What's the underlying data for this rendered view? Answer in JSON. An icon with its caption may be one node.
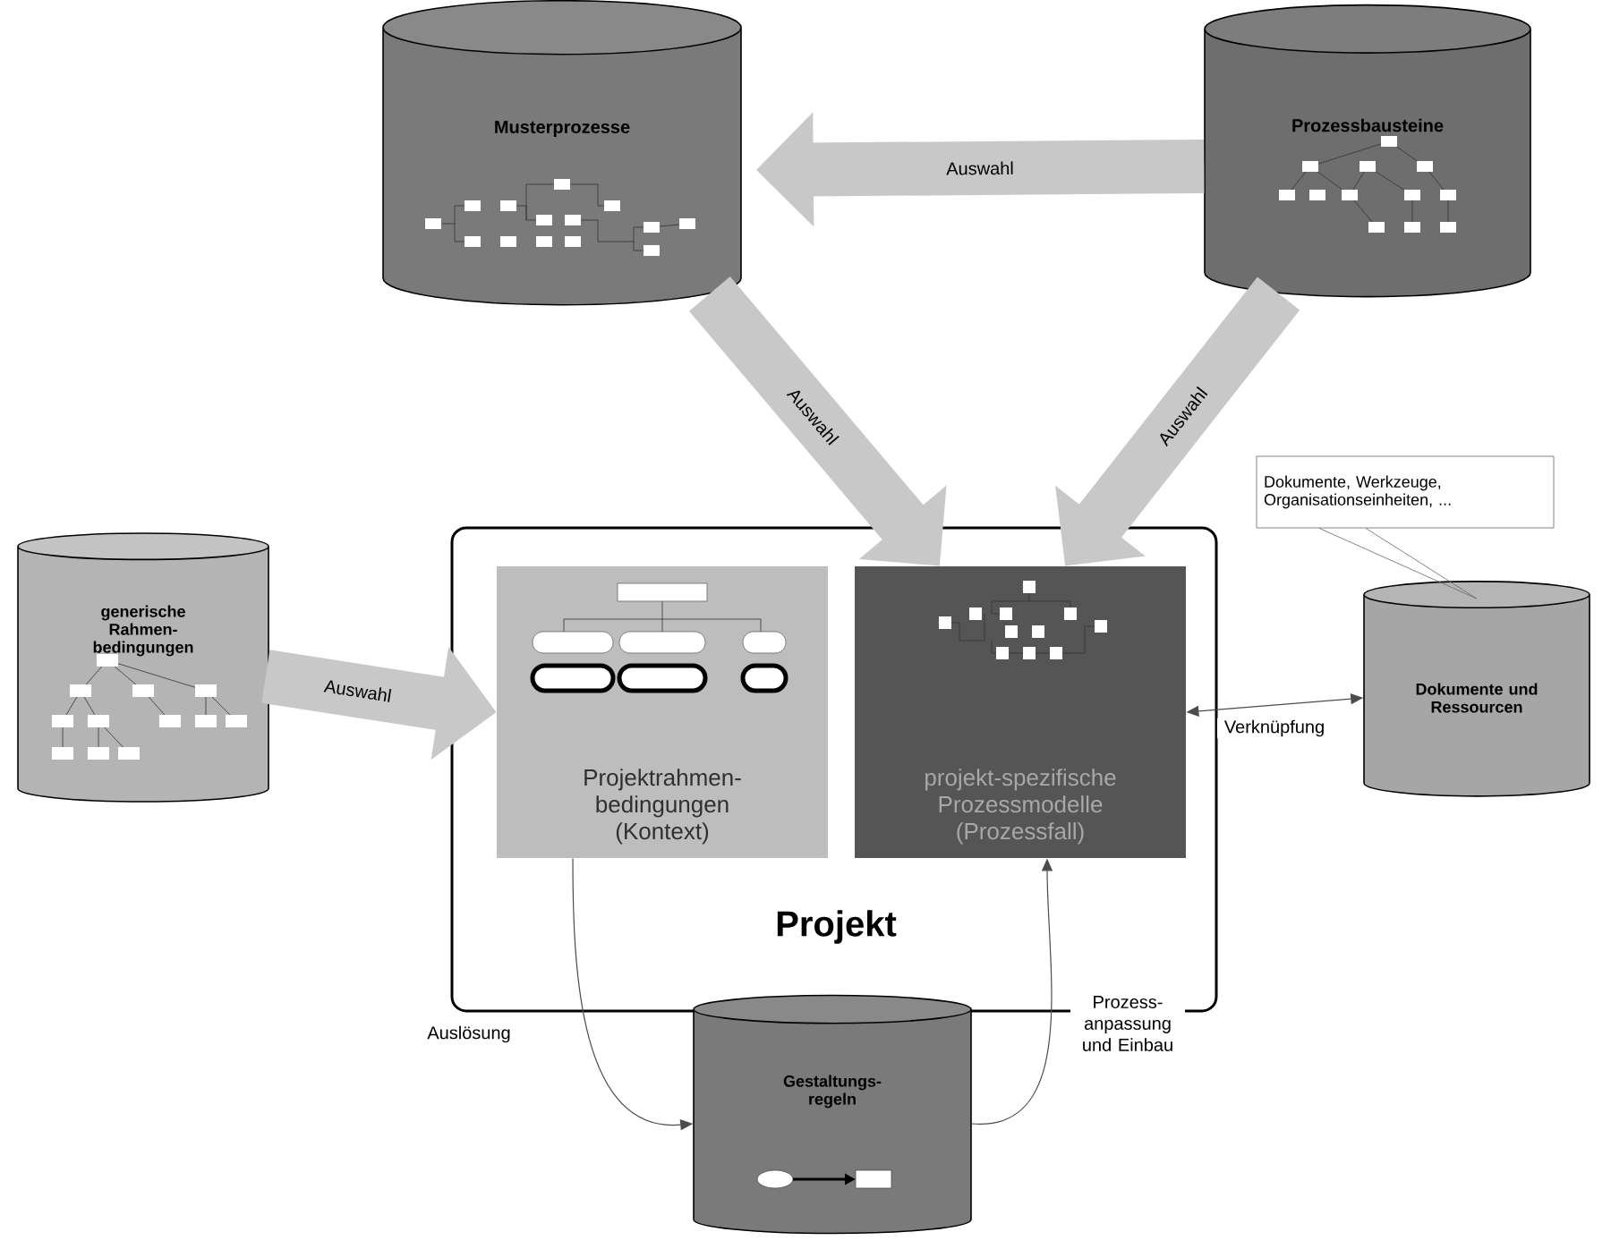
{
  "diagram": {
    "nodes": [
      {
        "text": [
          "Musterprozesse"
        ]
      },
      {
        "text": [
          "Prozessbausteine"
        ]
      },
      {
        "text": [
          "generische Rahmen- bedingungen"
        ]
      },
      {
        "text": [
          "Projekt"
        ]
      },
      {
        "text": [
          "Projektrahmen- bedingungen (Kontext)"
        ],
        "in": 3
      },
      {
        "text": [
          "projekt-spezifische Prozessmodelle (Prozessfall)"
        ],
        "in": 3
      },
      {
        "text": [
          "Dokumente und Ressourcen"
        ]
      },
      {
        "text": [
          "Dokumente, Werkzeuge, Organisationseinheiten, ..."
        ]
      },
      {
        "text": [
          "Gestaltungs- regeln"
        ]
      }
    ],
    "edges": [
      {
        "from": 1,
        "to": 0,
        "arrow": "to",
        "label": "Auswahl",
        "style": "thick"
      },
      {
        "from": 0,
        "to": 5,
        "arrow": "to",
        "label": "Auswahl",
        "style": "thick"
      },
      {
        "from": 1,
        "to": 5,
        "arrow": "to",
        "label": "Auswahl",
        "style": "thick"
      },
      {
        "from": 2,
        "to": 4,
        "arrow": "to",
        "label": "Auswahl",
        "style": "thick"
      },
      {
        "from": 5,
        "to": 6,
        "arrow": "both",
        "label": "Verknüpfung",
        "color": "#4c4c4c"
      },
      {
        "from": 4,
        "to": 8,
        "arrow": "to",
        "label": "Auslösung",
        "color": "#4c4c4c"
      },
      {
        "from": 8,
        "to": 5,
        "arrow": "to",
        "label": "Prozess- anpassung und Einbau",
        "color": "#4c4c4c"
      },
      {
        "from": 7,
        "to": 6,
        "arrow": "none",
        "color": "#666666"
      }
    ]
  }
}
